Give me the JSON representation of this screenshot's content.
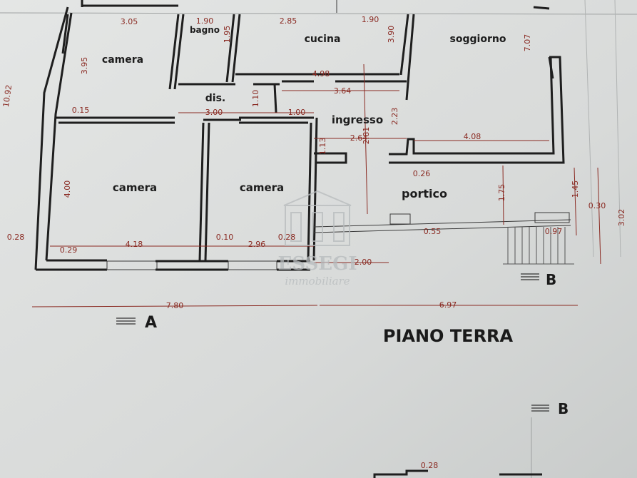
{
  "rooms": {
    "camera_top": "camera",
    "bagno": "bagno",
    "cucina": "cucina",
    "soggiorno": "soggiorno",
    "dis": "dis.",
    "ingresso": "ingresso",
    "camera_left": "camera",
    "camera_mid": "camera",
    "portico": "portico"
  },
  "dimensions": {
    "d_3_05": "3.05",
    "d_1_90_a": "1.90",
    "d_2_85": "2.85",
    "d_1_90_b": "1.90",
    "d_3_95": "3.95",
    "d_1_95": "1.95",
    "d_3_90": "3.90",
    "d_7_07": "7.07",
    "d_10_92": "10.92",
    "d_4_98": "4.98",
    "d_3_64": "3.64",
    "d_0_15": "0.15",
    "d_3_00": "3.00",
    "d_1_10": "1.10",
    "d_1_00": "1.00",
    "d_2_23": "2.23",
    "d_1_13": "1.13",
    "d_2_64": "2.64",
    "d_2_81": "2.81",
    "d_4_08": "4.08",
    "d_4_00": "4.00",
    "d_0_26": "0.26",
    "d_1_75": "1.75",
    "d_1_45": "1.45",
    "d_0_30": "0.30",
    "d_3_02": "3.02",
    "d_0_28_a": "0.28",
    "d_0_10": "0.10",
    "d_0_28_b": "0.28",
    "d_0_55": "0.55",
    "d_0_97": "0.97",
    "d_0_29": "0.29",
    "d_4_18": "4.18",
    "d_2_96": "2.96",
    "d_2_00": "2.00",
    "d_7_80": "7.80",
    "d_6_97": "6.97",
    "d_0_28_c": "0.28"
  },
  "section_markers": {
    "a": "A",
    "b1": "B",
    "b2": "B"
  },
  "floor_label": "PIANO TERRA",
  "watermark": {
    "name": "ESSEGI",
    "subtitle": "immobiliare"
  },
  "colors": {
    "paper": "#d9dbda",
    "walls": "#1e1e1e",
    "dimension_text": "#8a2a22"
  }
}
